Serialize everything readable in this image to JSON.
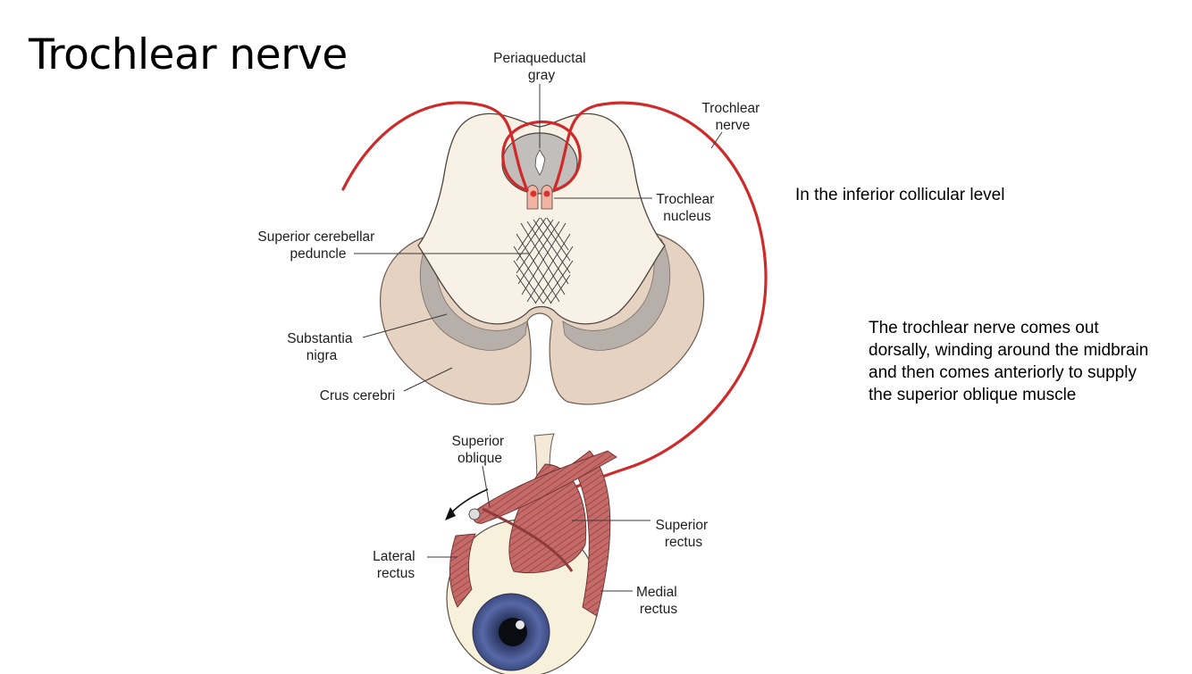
{
  "slide": {
    "title": "Trochlear nerve",
    "note_level": "In the inferior collicular level",
    "note_course": "The trochlear nerve comes out dorsally, winding around the midbrain and then comes anteriorly to supply the superior oblique muscle"
  },
  "labels": {
    "periaqueductal": [
      "Periaqueductal",
      "gray"
    ],
    "trochlear_nerve": [
      "Trochlear",
      "nerve"
    ],
    "trochlear_nucleus": [
      "Trochlear",
      "nucleus"
    ],
    "sup_cerebellar_peduncle": [
      "Superior cerebellar",
      "peduncle"
    ],
    "substantia_nigra": [
      "Substantia",
      "nigra"
    ],
    "crus_cerebri": [
      "Crus cerebri"
    ],
    "superior_oblique": [
      "Superior",
      "oblique"
    ],
    "superior_rectus": [
      "Superior",
      "rectus"
    ],
    "lateral_rectus": [
      "Lateral",
      "rectus"
    ],
    "medial_rectus": [
      "Medial",
      "rectus"
    ]
  },
  "colors": {
    "nerve": "#cf2a2a",
    "brainstem": "#f7efe2",
    "crus": "#e3cfbd",
    "nigra": "#b3aca8",
    "muscle": "#b95a5a",
    "iris": "#4c5e9a"
  }
}
